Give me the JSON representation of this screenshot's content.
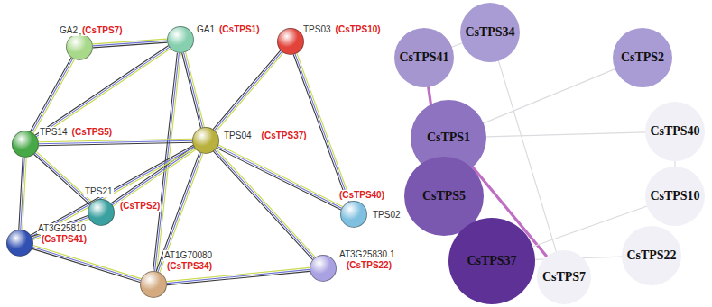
{
  "diagram": {
    "nodes": [
      {
        "text": [
          "GA2",
          "(CsTPS7)"
        ]
      },
      {
        "text": [
          "GA1",
          "(CsTPS1)"
        ]
      },
      {
        "text": [
          "TPS03",
          "(CsTPS10)"
        ]
      },
      {
        "text": [
          "TPS14",
          "(CsTPS5)"
        ]
      },
      {
        "text": [
          "TPS04",
          "(CsTPS37)"
        ]
      },
      {
        "text": [
          "(CsTPS40)",
          "TPS02"
        ]
      },
      {
        "text": [
          "TPS21",
          "(CsTPS2)"
        ]
      },
      {
        "text": [
          "AT3G25810",
          "(CsTPS41)"
        ]
      },
      {
        "text": [
          "AT1G70080",
          "(CsTPS34)"
        ]
      },
      {
        "text": [
          "AT3G25830.1",
          "(CsTPS22)"
        ]
      },
      {
        "text": [
          "CsTPS34"
        ]
      },
      {
        "text": [
          "CsTPS41"
        ]
      },
      {
        "text": [
          "CsTPS2"
        ]
      },
      {
        "text": [
          "CsTPS1"
        ]
      },
      {
        "text": [
          "CsTPS40"
        ]
      },
      {
        "text": [
          "CsTPS10"
        ]
      },
      {
        "text": [
          "CsTPS5"
        ]
      },
      {
        "text": [
          "CsTPS37"
        ]
      },
      {
        "text": [
          "CsTPS22"
        ]
      },
      {
        "text": [
          "CsTPS7"
        ]
      }
    ],
    "edges": [
      {
        "from": 0,
        "to": 1,
        "arrow": "none"
      },
      {
        "from": 0,
        "to": 3,
        "arrow": "none"
      },
      {
        "from": 1,
        "to": 3,
        "arrow": "none"
      },
      {
        "from": 1,
        "to": 4,
        "arrow": "none"
      },
      {
        "from": 1,
        "to": 8,
        "arrow": "none"
      },
      {
        "from": 2,
        "to": 4,
        "arrow": "none"
      },
      {
        "from": 2,
        "to": 5,
        "arrow": "none"
      },
      {
        "from": 3,
        "to": 4,
        "arrow": "none"
      },
      {
        "from": 3,
        "to": 6,
        "arrow": "none"
      },
      {
        "from": 3,
        "to": 7,
        "arrow": "none"
      },
      {
        "from": 4,
        "to": 5,
        "arrow": "none"
      },
      {
        "from": 4,
        "to": 6,
        "arrow": "none"
      },
      {
        "from": 4,
        "to": 7,
        "arrow": "none"
      },
      {
        "from": 4,
        "to": 8,
        "arrow": "none"
      },
      {
        "from": 4,
        "to": 9,
        "arrow": "none"
      },
      {
        "from": 6,
        "to": 7,
        "arrow": "none"
      },
      {
        "from": 7,
        "to": 8,
        "arrow": "none"
      },
      {
        "from": 8,
        "to": 9,
        "arrow": "none"
      },
      {
        "from": 11,
        "to": 16,
        "arrow": "none"
      },
      {
        "from": 16,
        "to": 17,
        "arrow": "none"
      },
      {
        "from": 13,
        "to": 19,
        "arrow": "none"
      },
      {
        "from": 10,
        "to": 11,
        "arrow": "none"
      },
      {
        "from": 12,
        "to": 13,
        "arrow": "none"
      },
      {
        "from": 10,
        "to": 19,
        "arrow": "none"
      },
      {
        "from": 14,
        "to": 15,
        "arrow": "none"
      },
      {
        "from": 14,
        "to": 13,
        "arrow": "none"
      },
      {
        "from": 15,
        "to": 17,
        "arrow": "none"
      },
      {
        "from": 18,
        "to": 17,
        "arrow": "none"
      }
    ]
  }
}
